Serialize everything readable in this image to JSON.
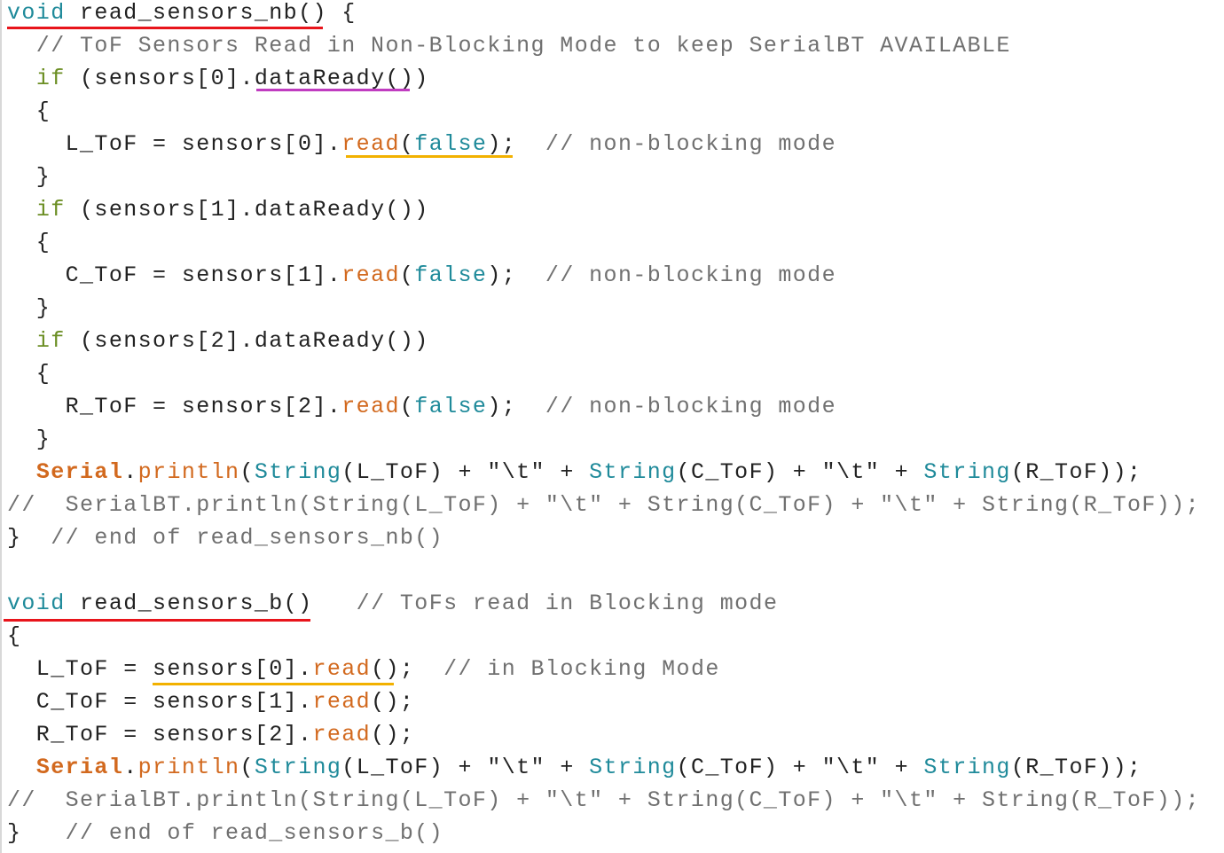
{
  "colors": {
    "keyword_teal": "#1f8a9a",
    "if_olive": "#6b8e23",
    "method_orange": "#d2691e",
    "comment_gray": "#707070",
    "underline_red": "#e8141b",
    "underline_magenta": "#c03cc0",
    "underline_amber": "#f2b100"
  },
  "code": {
    "l1": {
      "kw": "void",
      "rest": " read_sensors_nb() {"
    },
    "l2": {
      "comment": "  // ToF Sensors Read in Non-Blocking Mode to keep SerialBT AVAILABLE"
    },
    "l3": {
      "pre": "  ",
      "kw": "if",
      "rest": " (sensors[0].dataReady())"
    },
    "l4": {
      "text": "  {"
    },
    "l5": {
      "pre": "    L_ToF = sensors[0].",
      "fn": "read",
      "p1": "(",
      "arg": "false",
      "p2": ");",
      "comment": "  // non-blocking mode"
    },
    "l6": {
      "text": "  }"
    },
    "l7": {
      "pre": "  ",
      "kw": "if",
      "rest": " (sensors[1].dataReady())"
    },
    "l8": {
      "text": "  {"
    },
    "l9": {
      "pre": "    C_ToF = sensors[1].",
      "fn": "read",
      "p1": "(",
      "arg": "false",
      "p2": ");",
      "comment": "  // non-blocking mode"
    },
    "l10": {
      "text": "  }"
    },
    "l11": {
      "pre": "  ",
      "kw": "if",
      "rest": " (sensors[2].dataReady())"
    },
    "l12": {
      "text": "  {"
    },
    "l13": {
      "pre": "    R_ToF = sensors[2].",
      "fn": "read",
      "p1": "(",
      "arg": "false",
      "p2": ");",
      "comment": "  // non-blocking mode"
    },
    "l14": {
      "text": "  }"
    },
    "l15": {
      "pre": "  ",
      "cls": "Serial",
      "dot": ".",
      "fn": "println",
      "p1": "(",
      "s1": "String",
      "a1": "(L_ToF) + \"\\t\" + ",
      "s2": "String",
      "a2": "(C_ToF) + \"\\t\" + ",
      "s3": "String",
      "a3": "(R_ToF));"
    },
    "l16": {
      "comment": "//  SerialBT.println(String(L_ToF) + \"\\t\" + String(C_ToF) + \"\\t\" + String(R_ToF));"
    },
    "l17": {
      "text": "}",
      "comment": "  // end of read_sensors_nb()"
    },
    "l18": {
      "text": ""
    },
    "l19": {
      "kw": "void",
      "rest": " read_sensors_b()",
      "comment": "   // ToFs read in Blocking mode"
    },
    "l20": {
      "text": "{"
    },
    "l21": {
      "pre": "  L_ToF = sensors[0].",
      "fn": "read",
      "p2": "();",
      "comment": "  // in Blocking Mode"
    },
    "l22": {
      "pre": "  C_ToF = sensors[1].",
      "fn": "read",
      "p2": "();"
    },
    "l23": {
      "pre": "  R_ToF = sensors[2].",
      "fn": "read",
      "p2": "();"
    },
    "l24": {
      "pre": "  ",
      "cls": "Serial",
      "dot": ".",
      "fn": "println",
      "p1": "(",
      "s1": "String",
      "a1": "(L_ToF) + \"\\t\" + ",
      "s2": "String",
      "a2": "(C_ToF) + \"\\t\" + ",
      "s3": "String",
      "a3": "(R_ToF));"
    },
    "l25": {
      "comment": "//  SerialBT.println(String(L_ToF) + \"\\t\" + String(C_ToF) + \"\\t\" + String(R_ToF));"
    },
    "l26": {
      "text": "}",
      "comment": "   // end of read_sensors_b()"
    }
  }
}
